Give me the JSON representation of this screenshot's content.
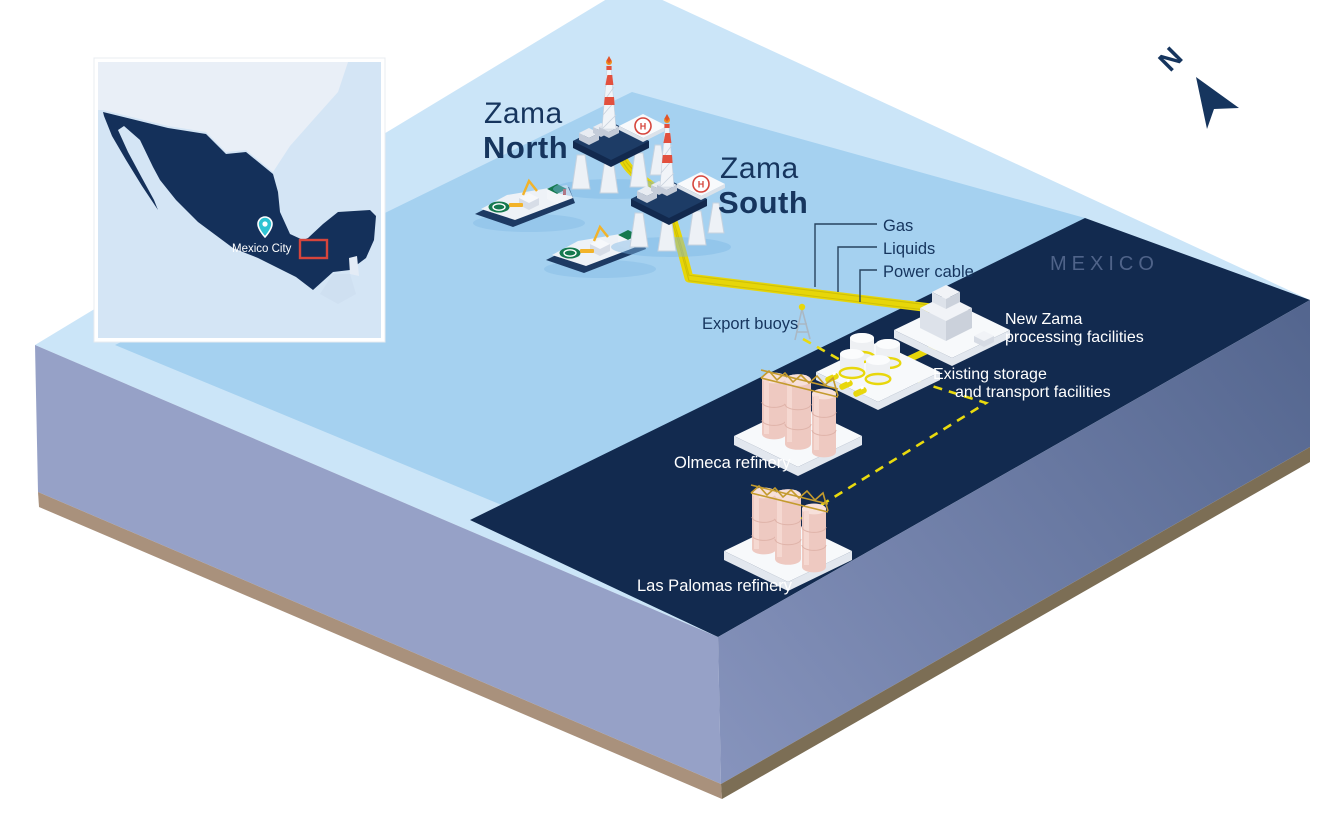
{
  "title": "Zama field development schematic",
  "palette": {
    "sea_rim": "#cbe5f8",
    "sea_main": "#a5d1f0",
    "land": "#122a4f",
    "side_southwest": "#96a1c7",
    "side_southeast_dark": "#54668f",
    "side_southeast_light": "#8794bd",
    "earth_southwest": "#a9917c",
    "earth_southeast": "#7c6e55",
    "pipeline_yellow": "#e7d609",
    "dashed_yellow": "#e9da0e",
    "accent_red": "#d6453c",
    "navy_text": "#16355e",
    "country_label": "#4f6389",
    "map_background": "#d4e5f5",
    "map_mexico": "#14305a",
    "pin_teal": "#2fc3d2",
    "ship_green": "#15794e",
    "refinery_pink": "#eec9c1",
    "truss_gold": "#c49b2e",
    "white": "#ffffff"
  },
  "inset_map": {
    "city_label": "Mexico City"
  },
  "compass": {
    "north_label": "N"
  },
  "fields": {
    "zama_north": {
      "line1": "Zama",
      "line2": "North"
    },
    "zama_south": {
      "line1": "Zama",
      "line2": "South"
    }
  },
  "pipeline_labels": {
    "gas": "Gas",
    "liquids": "Liquids",
    "power_cable": "Power cable"
  },
  "labels": {
    "export_buoys": "Export buoys",
    "new_zama_line1": "New Zama",
    "new_zama_line2": "processing facilities",
    "existing_line1": "Existing storage",
    "existing_line2": "and transport facilities",
    "olmeca": "Olmeca refinery",
    "las_palomas": "Las Palomas refinery",
    "country": "MEXICO",
    "helipad": "H"
  }
}
